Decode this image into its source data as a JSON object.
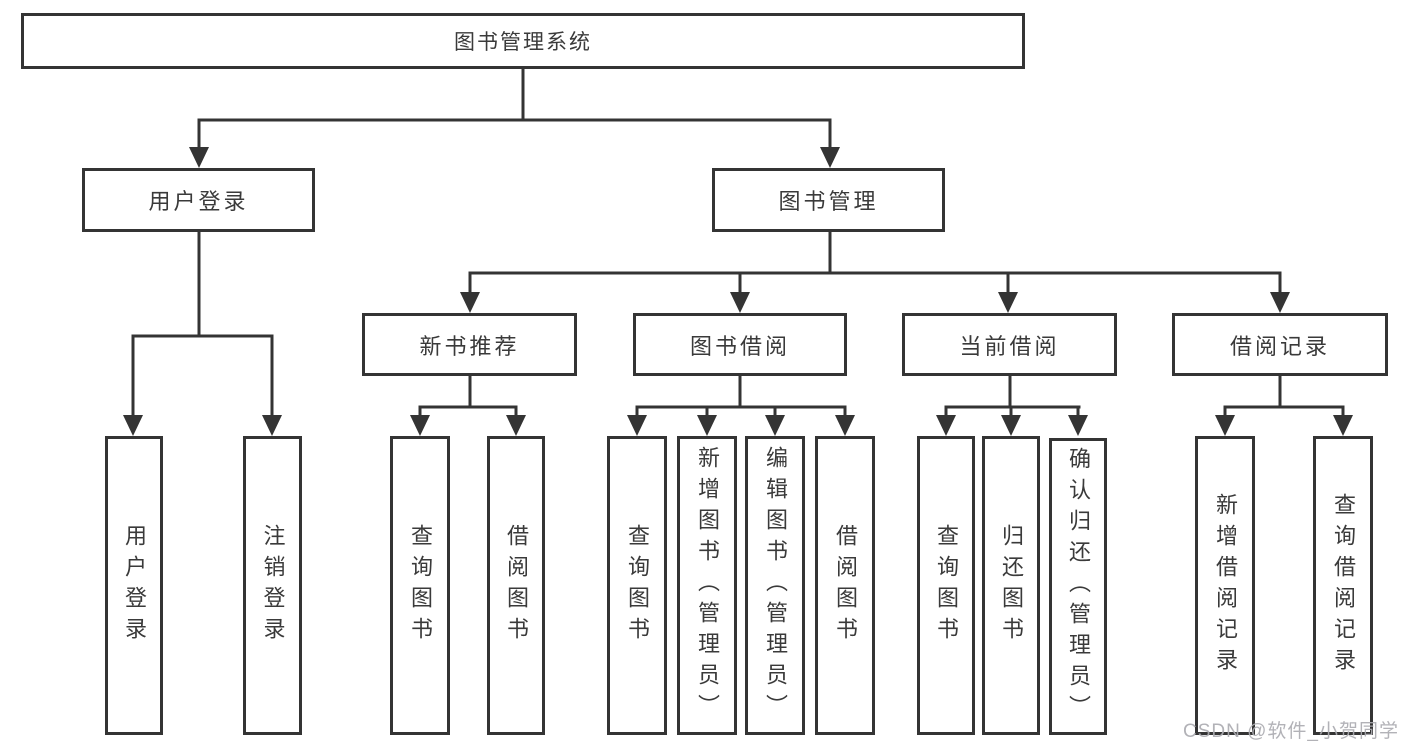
{
  "diagram": {
    "root": "图书管理系统",
    "branches": [
      {
        "label": "用户登录",
        "children": [
          "用户登录",
          "注销登录"
        ]
      },
      {
        "label": "图书管理",
        "groups": [
          {
            "label": "新书推荐",
            "children": [
              "查询图书",
              "借阅图书"
            ]
          },
          {
            "label": "图书借阅",
            "children": [
              "查询图书",
              "新增图书（管理员）",
              "编辑图书（管理员）",
              "借阅图书"
            ]
          },
          {
            "label": "当前借阅",
            "children": [
              "查询图书",
              "归还图书",
              "确认归还（管理员）"
            ]
          },
          {
            "label": "借阅记录",
            "children": [
              "新增借阅记录",
              "查询借阅记录"
            ]
          }
        ]
      }
    ]
  },
  "watermark": {
    "text": "CSDN @软件_小贺同学"
  },
  "colors": {
    "line": "#343434",
    "box_border": "#343434",
    "text": "#3a3a3a",
    "watermark": "#ababb1",
    "background": "#ffffff"
  }
}
